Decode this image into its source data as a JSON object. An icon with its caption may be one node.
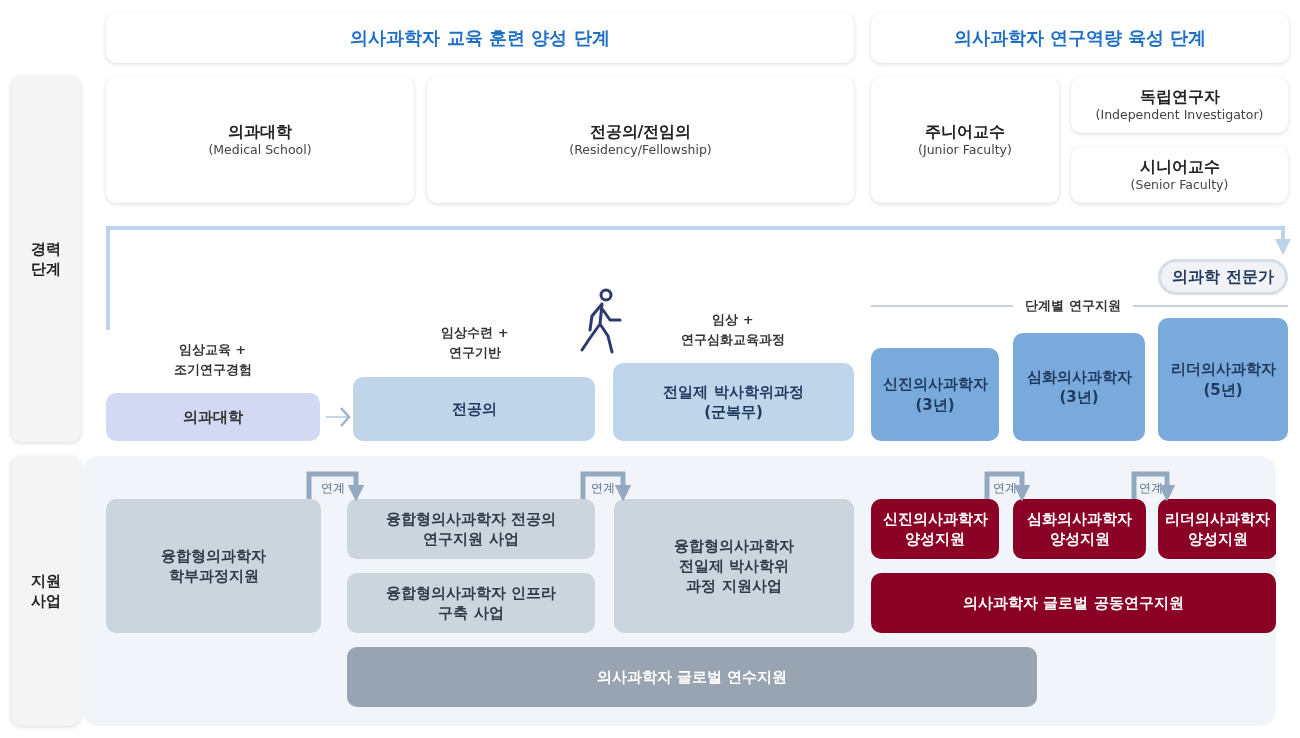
{
  "diagram": {
    "nodes": [
      {
        "text": [
          "의사과학자 교육 훈련 양성 단계"
        ]
      },
      {
        "text": [
          "의사과학자 연구역량 육성 단계"
        ]
      },
      {
        "text": [
          "경력 단계"
        ]
      },
      {
        "text": [
          "의과대학",
          "(Medical School)"
        ]
      },
      {
        "text": [
          "전공의/전임의",
          "(Residency/Fellowship)"
        ]
      },
      {
        "text": [
          "주니어교수",
          "(Junior Faculty)"
        ]
      },
      {
        "text": [
          "독립연구자",
          "(Independent Investigator)"
        ]
      },
      {
        "text": [
          "시니어교수",
          "(Senior Faculty)"
        ]
      },
      {
        "text": [
          "의과학 전문가"
        ]
      },
      {
        "text": [
          "의과대학"
        ],
        "beside": [
          "임상교육 + 조기연구경험"
        ]
      },
      {
        "text": [
          "전공의"
        ],
        "beside": [
          "임상수련 + 연구기반"
        ]
      },
      {
        "text": [
          "전일제 박사학위과정 (군복무)"
        ],
        "beside": [
          "임상 + 연구심화교육과정"
        ]
      },
      {
        "text": [
          "신진의사과학자 (3년)"
        ]
      },
      {
        "text": [
          "심화의사과학자 (3년)"
        ]
      },
      {
        "text": [
          "리더의사과학자 (5년)"
        ]
      },
      {
        "text": [
          "지원 사업"
        ]
      },
      {
        "text": [],
        "shape": "box"
      },
      {
        "text": [
          "융합형의과학자 학부과정지원"
        ],
        "in": 16
      },
      {
        "text": [
          "융합형의사과학자 전공의 연구지원 사업"
        ],
        "in": 16
      },
      {
        "text": [
          "융합형의사과학자 인프라 구축 사업"
        ],
        "in": 16
      },
      {
        "text": [
          "융합형의사과학자 전일제 박사학위 과정 지원사업"
        ],
        "in": 16
      },
      {
        "text": [
          "신진의사과학자 양성지원"
        ],
        "in": 16
      },
      {
        "text": [
          "심화의사과학자 양성지원"
        ],
        "in": 16
      },
      {
        "text": [
          "리더의사과학자 양성지원"
        ],
        "in": 16
      },
      {
        "text": [
          "의사과학자 글로벌 공동연구지원"
        ],
        "in": 16
      },
      {
        "text": [
          "의사과학자 글로벌 연수지원"
        ],
        "in": 16
      }
    ],
    "edges": [
      {
        "from": null,
        "to": 8,
        "arrow": "to"
      },
      {
        "from": 9,
        "to": 10,
        "arrow": "to"
      },
      {
        "from": 17,
        "to": 18,
        "arrow": "to",
        "label": "연계"
      },
      {
        "from": 18,
        "to": 20,
        "arrow": "to",
        "label": "연계"
      },
      {
        "from": 21,
        "to": 22,
        "arrow": "to",
        "label": "연계"
      },
      {
        "from": 22,
        "to": 23,
        "arrow": "to",
        "label": "연계"
      }
    ],
    "labels": [
      "단계별 연구지원"
    ]
  }
}
